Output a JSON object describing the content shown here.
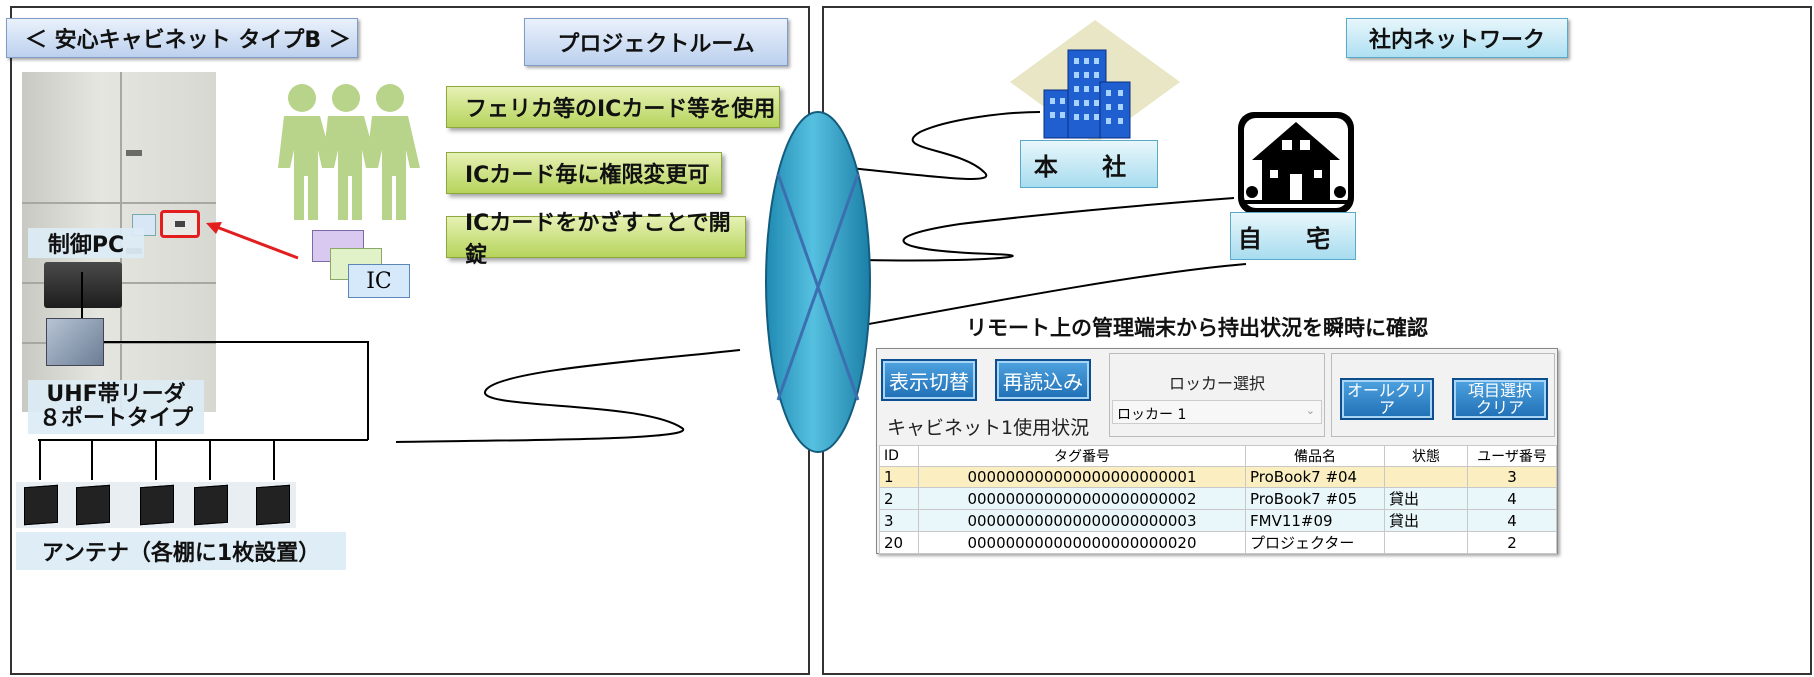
{
  "left_panel": {
    "title": "＜ 安心キャビネット タイプB ＞",
    "control_pc_label": "制御PC",
    "reader_label_line1": "UHF帯リーダ",
    "reader_label_line2": "８ポートタイプ",
    "antenna_label": "アンテナ（各棚に1枚設置）",
    "project_room_label": "プロジェクトルーム",
    "features": [
      "フェリカ等のICカード等を使用",
      "ICカード毎に権限変更可",
      "ICカードをかざすことで開錠"
    ],
    "ic_card_label": "IC"
  },
  "right_panel": {
    "network_label": "社内ネットワーク",
    "headquarters_label": "本 社",
    "home_label": "自 宅",
    "remote_caption": "リモート上の管理端末から持出状況を瞬時に確認"
  },
  "app": {
    "display_switch": "表示切替",
    "reload": "再読込み",
    "status_title": "キャビネット1使用状況",
    "locker_select_label": "ロッカー選択",
    "locker_select_value": "ロッカー 1",
    "all_clear": "オールクリア",
    "item_clear_line1": "項目選択",
    "item_clear_line2": "クリア",
    "columns": [
      "ID",
      "タグ番号",
      "備品名",
      "状態",
      "ユーザ番号"
    ],
    "rows": [
      {
        "id": "1",
        "tag": "000000000000000000000001",
        "item": "ProBook7 #04",
        "status": "",
        "user": "3"
      },
      {
        "id": "2",
        "tag": "000000000000000000000002",
        "item": "ProBook7 #05",
        "status": "貸出",
        "user": "4"
      },
      {
        "id": "3",
        "tag": "000000000000000000000003",
        "item": "FMV11#09",
        "status": "貸出",
        "user": "4"
      },
      {
        "id": "20",
        "tag": "000000000000000000000020",
        "item": "プロジェクター",
        "status": "",
        "user": "2"
      }
    ]
  },
  "colors": {
    "person": "#b8d48a",
    "cloud": "#3aa6cc",
    "arrow": "#e21e1e",
    "building": "#1f5fd0"
  }
}
